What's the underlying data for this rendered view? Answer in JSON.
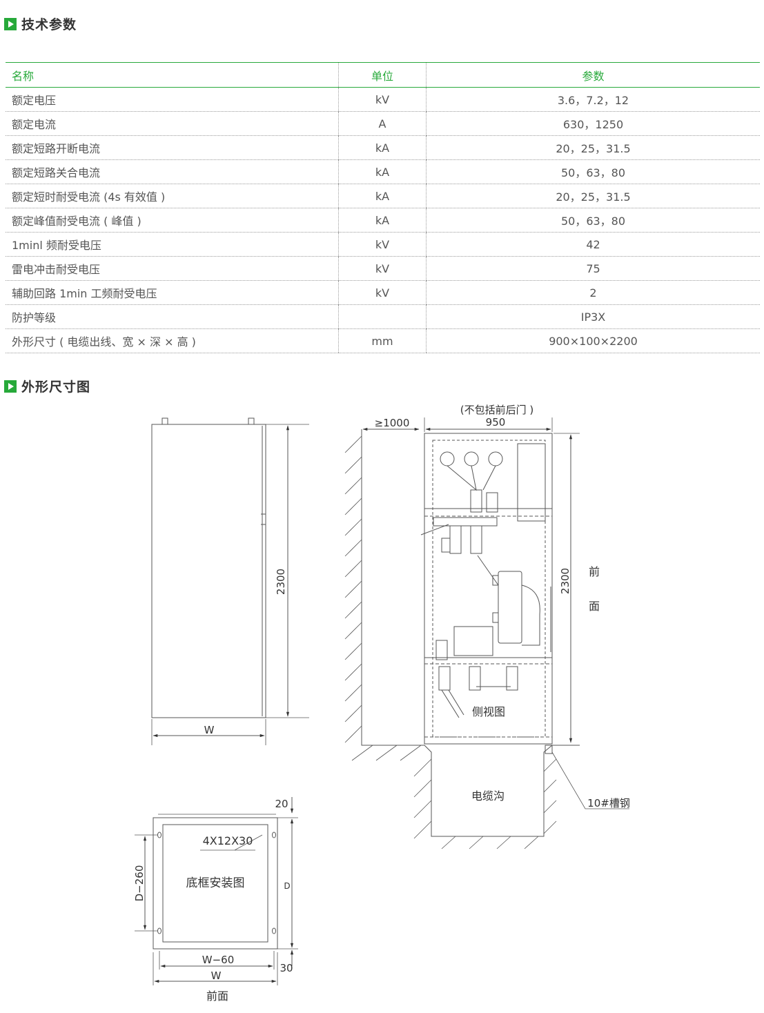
{
  "section1": {
    "title": "技术参数"
  },
  "table": {
    "headers": {
      "name": "名称",
      "unit": "单位",
      "value": "参数"
    },
    "rows": [
      {
        "name": "额定电压",
        "unit": "kV",
        "value": "3.6，7.2，12"
      },
      {
        "name": "额定电流",
        "unit": "A",
        "value": "630，1250"
      },
      {
        "name": "额定短路开断电流",
        "unit": "kA",
        "value": "20，25，31.5"
      },
      {
        "name": "额定短路关合电流",
        "unit": "kA",
        "value": "50，63，80"
      },
      {
        "name": "额定短时耐受电流 (4s 有效值 )",
        "unit": "kA",
        "value": "20，25，31.5"
      },
      {
        "name": "额定峰值耐受电流 ( 峰值 )",
        "unit": "kA",
        "value": "50，63，80"
      },
      {
        "name": "1minl 频耐受电压",
        "unit": "kV",
        "value": "42"
      },
      {
        "name": "雷电冲击耐受电压",
        "unit": "kV",
        "value": "75"
      },
      {
        "name": "辅助回路 1min 工频耐受电压",
        "unit": "kV",
        "value": "2"
      },
      {
        "name": "防护等级",
        "unit": "",
        "value": "IP3X"
      },
      {
        "name": "外形尺寸 ( 电缆出线、宽 × 深 × 高 )",
        "unit": "mm",
        "value": "900×100×2200"
      }
    ]
  },
  "section2": {
    "title": "外形尺寸图"
  },
  "drawing": {
    "front": {
      "height_label": "2300",
      "width_label": "W"
    },
    "base": {
      "top_gap": "20",
      "hole_label": "4X12X30",
      "title": "底框安装图",
      "left_dim": "D−260",
      "depth_label": "D",
      "inner_width": "W−60",
      "outer_width": "W",
      "bottom_gap": "30",
      "front_label": "前面"
    },
    "side": {
      "clearance": "≥1000",
      "note": "(不包括前后门 )",
      "depth": "950",
      "height_label": "2300",
      "front_char1": "前",
      "front_char2": "面",
      "title": "侧视图",
      "trench": "电缆沟",
      "steel": "10#槽钢"
    }
  }
}
